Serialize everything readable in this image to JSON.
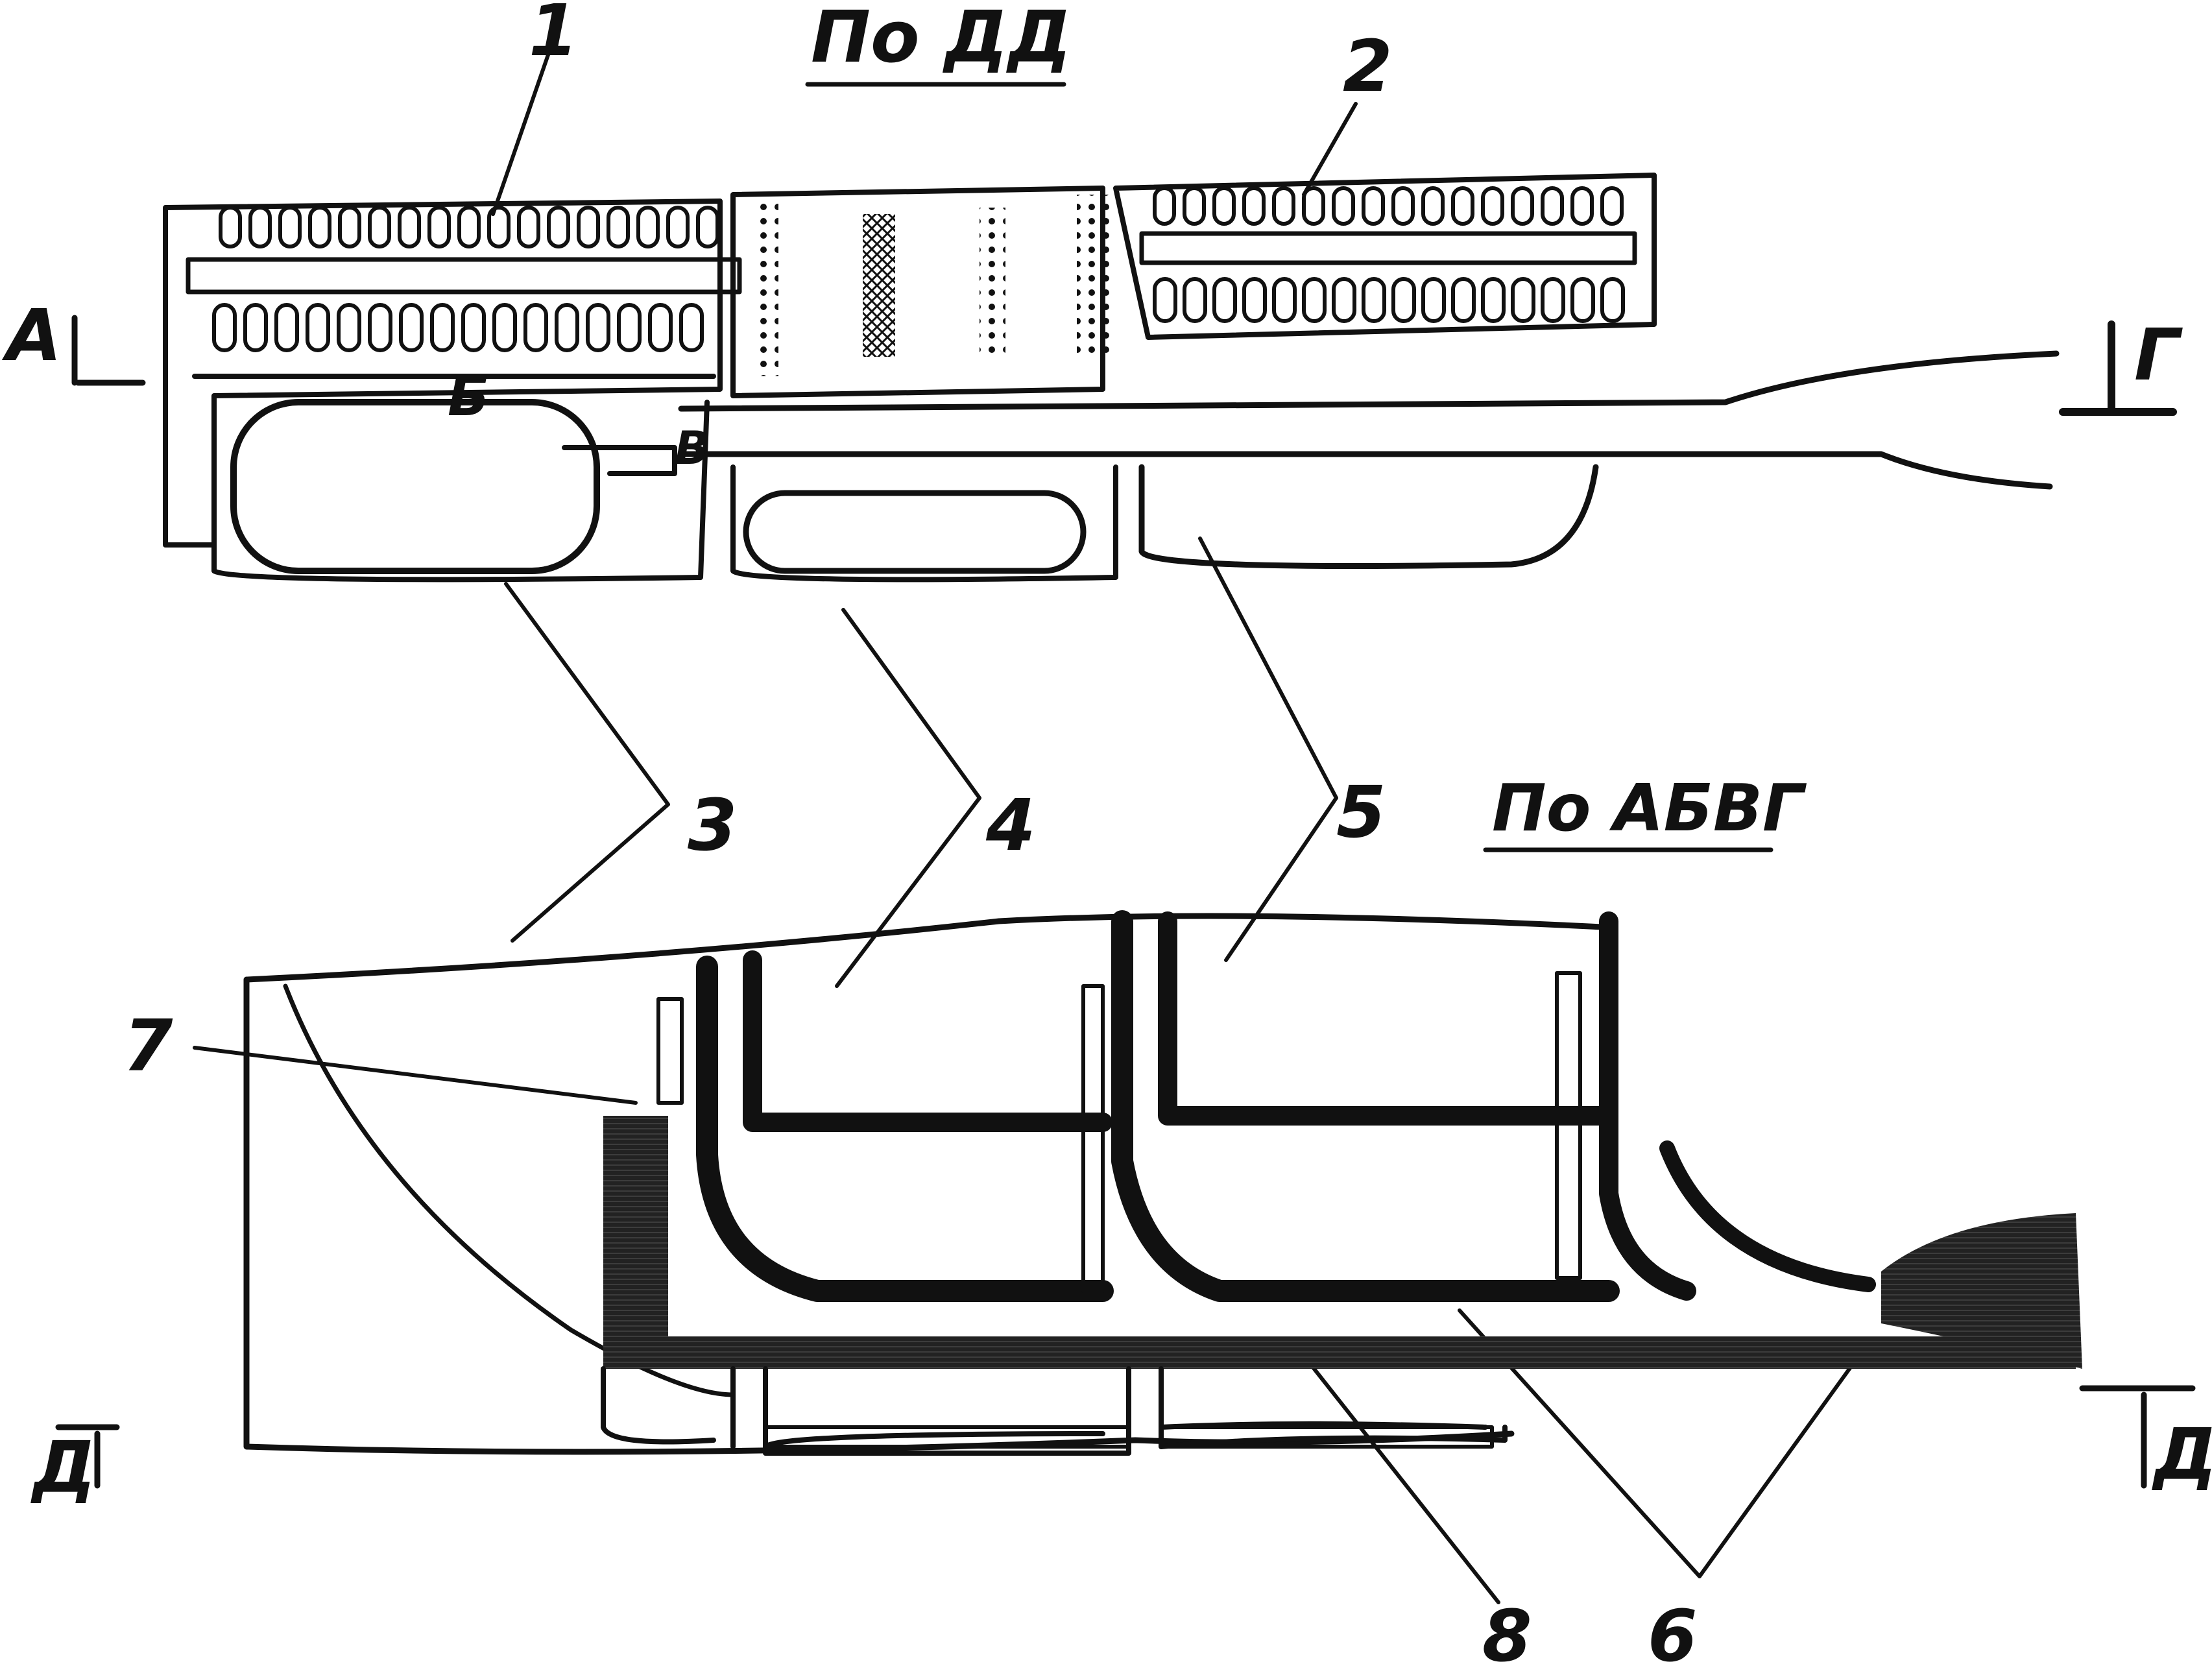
{
  "sections": {
    "top_title": "По ДД",
    "bottom_title": "По АБВГ"
  },
  "callouts": [
    "1",
    "2",
    "3",
    "4",
    "5",
    "6",
    "7",
    "8"
  ],
  "section_marks": {
    "a": "А",
    "b": "Б",
    "v": "В",
    "g": "Г",
    "d_left": "Д",
    "d_right": "Д"
  },
  "colors": {
    "ink": "#111111",
    "paper": "#ffffff"
  }
}
